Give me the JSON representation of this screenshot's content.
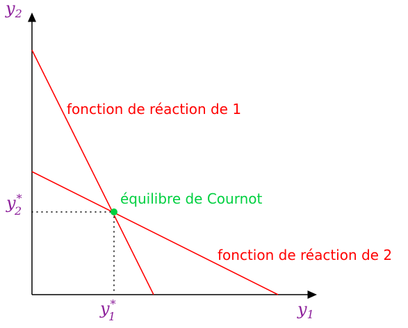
{
  "axes": {
    "x_label": "y",
    "x_sub": "1",
    "y_label": "y",
    "y_sub": "2"
  },
  "equilibrium": {
    "x_label": "y",
    "x_sub": "1",
    "x_sup": "*",
    "y_label": "y",
    "y_sub": "2",
    "y_sup": "*",
    "text": "équilibre de Cournot",
    "color": "#00d040"
  },
  "reaction_1": {
    "label": "fonction de réaction de 1",
    "color": "#ff0000"
  },
  "reaction_2": {
    "label": "fonction de réaction de 2",
    "color": "#ff0000"
  },
  "axis_label_color": "#8c1f9a"
}
